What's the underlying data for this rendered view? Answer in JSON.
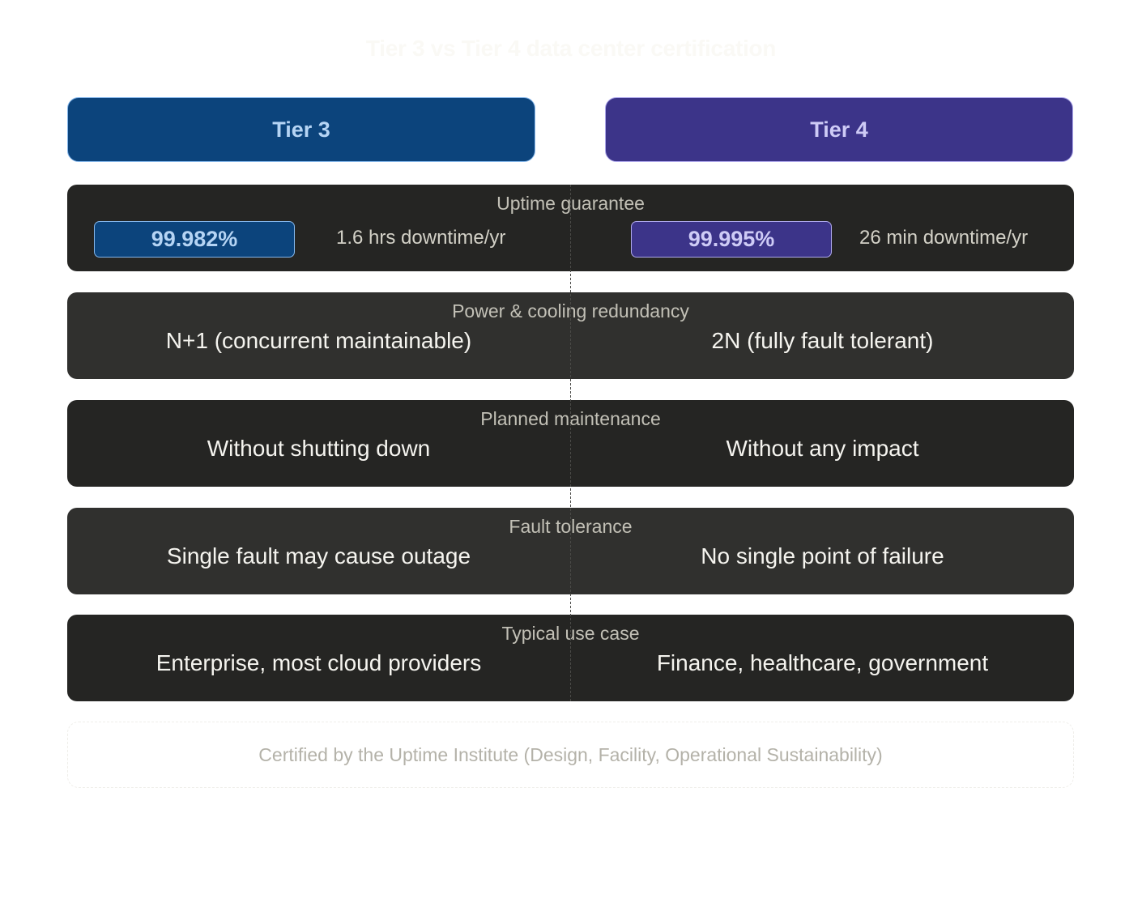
{
  "title": "Tier 3 vs Tier 4 data center certification",
  "colors": {
    "tier3_fill": "#0c447c",
    "tier3_stroke": "#85b7eb",
    "tier3_text": "#b5d4f4",
    "tier4_fill": "#3c3489",
    "tier4_stroke": "#afa9ec",
    "tier4_text": "#cecbf6",
    "row_dark": "#252523",
    "row_light": "#30302e"
  },
  "tiers": [
    {
      "label": "Tier 3"
    },
    {
      "label": "Tier 4"
    }
  ],
  "uptime": {
    "label": "Uptime guarantee",
    "tier3": {
      "value": "99.982%",
      "downtime": "1.6 hrs downtime/yr"
    },
    "tier4": {
      "value": "99.995%",
      "downtime": "26 min downtime/yr"
    }
  },
  "rows": [
    {
      "label": "Power & cooling redundancy",
      "tier3": "N+1 (concurrent maintainable)",
      "tier4": "2N (fully fault tolerant)"
    },
    {
      "label": "Planned maintenance",
      "tier3": "Without shutting down",
      "tier4": "Without any impact"
    },
    {
      "label": "Fault tolerance",
      "tier3": "Single fault may cause outage",
      "tier4": "No single point of failure"
    },
    {
      "label": "Typical use case",
      "tier3": "Enterprise, most cloud providers",
      "tier4": "Finance, healthcare, government"
    }
  ],
  "footer": "Certified by the Uptime Institute (Design, Facility, Operational Sustainability)"
}
